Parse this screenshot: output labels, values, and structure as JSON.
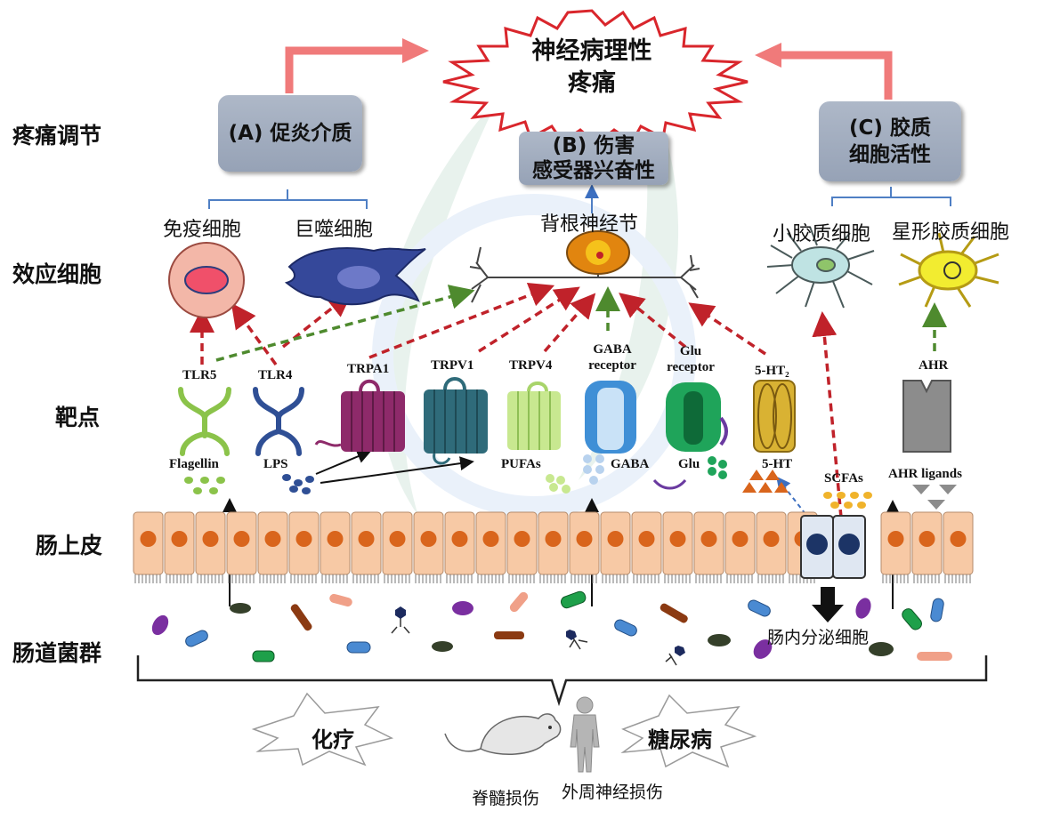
{
  "title_lines": [
    "神经病理性",
    "疼痛"
  ],
  "rows": {
    "pain_modulation": "疼痛调节",
    "effector_cells": "效应细胞",
    "targets": "靶点",
    "epithelium": "肠上皮",
    "microbiota": "肠道菌群"
  },
  "mechanisms": {
    "a": "(A) 促炎介质",
    "b_line1": "(B) 伤害",
    "b_line2": "感受器兴奋性",
    "c_line1": "(C) 胶质",
    "c_line2": "细胞活性"
  },
  "cells": {
    "immune": "免疫细胞",
    "macrophage": "巨噬细胞",
    "drg": "背根神经节",
    "microglia": "小胶质细胞",
    "astrocyte": "星形胶质细胞"
  },
  "targets": {
    "tlr5": "TLR5",
    "tlr4": "TLR4",
    "trpa1": "TRPA1",
    "trpv1": "TRPV1",
    "trpv4": "TRPV4",
    "gaba_line1": "GABA",
    "gaba_line2": "receptor",
    "glu_line1": "Glu",
    "glu_line2": "receptor",
    "ht2": "5-HT₂",
    "ahr": "AHR"
  },
  "ligands": {
    "flagellin": "Flagellin",
    "lps": "LPS",
    "pufas": "PUFAs",
    "gaba": "GABA",
    "glu": "Glu",
    "ht": "5-HT",
    "scfas": "SCFAs",
    "ahr_ligands": "AHR ligands"
  },
  "enteroendocrine": "肠内分泌细胞",
  "conditions": {
    "chemo": "化疗",
    "diabetes": "糖尿病",
    "sci": "脊髓损伤",
    "pni": "外周神经损伤"
  },
  "colors": {
    "red_arrow": "#f07a7a",
    "dashed_red": "#c0222a",
    "dashed_green": "#4e8a2e",
    "bracket_blue": "#4f7fc4",
    "box_gray": "#a2adc0",
    "epithelium": "#f7c9a5",
    "nucleus": "#d9651c"
  },
  "icons": [
    "immune-cell",
    "macrophage",
    "neuron",
    "microglia",
    "astrocyte",
    "trpa1-channel",
    "trpv1-channel",
    "trpv4-channel",
    "gaba-receptor",
    "glu-receptor",
    "5ht2-receptor",
    "ahr-receptor",
    "tlr5-receptor",
    "tlr4-receptor",
    "mouse-icon",
    "human-icon"
  ]
}
